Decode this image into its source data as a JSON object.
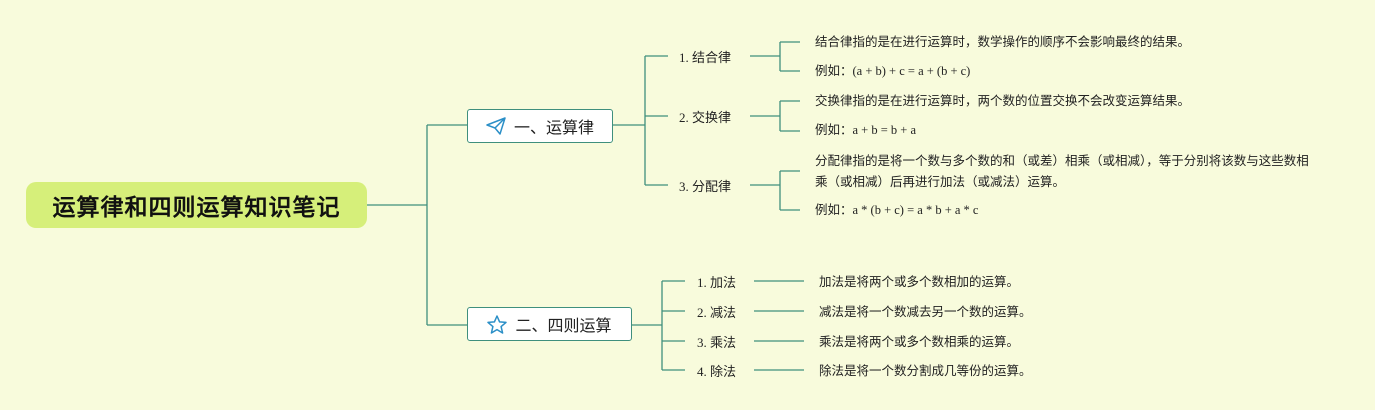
{
  "root": {
    "title": "运算律和四则运算知识笔记"
  },
  "branches": [
    {
      "label": "一、运算律",
      "icon": "paper-plane-icon",
      "children": [
        {
          "label": "1. 结合律",
          "desc": "结合律指的是在进行运算时，数学操作的顺序不会影响最终的结果。",
          "example": "例如：(a + b) + c = a + (b + c)"
        },
        {
          "label": "2. 交换律",
          "desc": "交换律指的是在进行运算时，两个数的位置交换不会改变运算结果。",
          "example": "例如：a + b = b + a"
        },
        {
          "label": "3. 分配律",
          "desc": "分配律指的是将一个数与多个数的和（或差）相乘（或相减），等于分别将该数与这些数相乘（或相减）后再进行加法（或减法）运算。",
          "example": "例如：a * (b + c) = a * b + a * c"
        }
      ]
    },
    {
      "label": "二、四则运算",
      "icon": "star-icon",
      "children": [
        {
          "label": "1. 加法",
          "desc": "加法是将两个或多个数相加的运算。"
        },
        {
          "label": "2. 减法",
          "desc": "减法是将一个数减去另一个数的运算。"
        },
        {
          "label": "3. 乘法",
          "desc": "乘法是将两个或多个数相乘的运算。"
        },
        {
          "label": "4. 除法",
          "desc": "除法是将一个数分割成几等份的运算。"
        }
      ]
    }
  ],
  "colors": {
    "line": "#3f8f7d",
    "root_bg": "#d6ef7a",
    "background": "#f8fbdc",
    "icon": "#2b8fc7"
  }
}
